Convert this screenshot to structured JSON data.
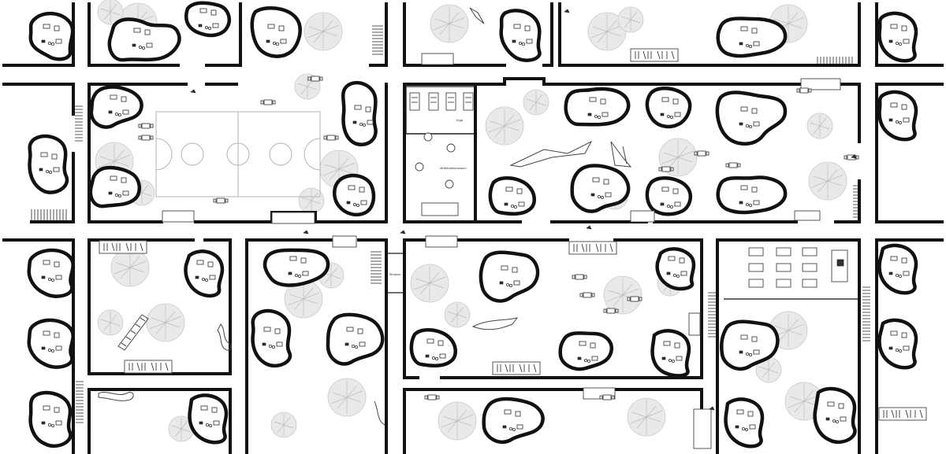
{
  "plan": {
    "labels": {
      "room_yoga": "Yoga",
      "room_multifunction": "Multifunktionsraum",
      "room_terrace": "Terrasse"
    }
  }
}
